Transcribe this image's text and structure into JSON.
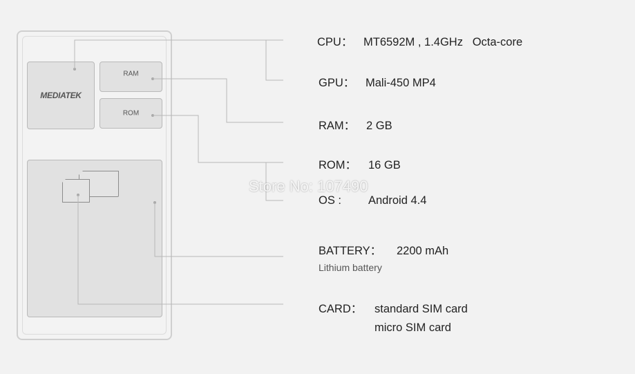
{
  "phone": {
    "logo": "MEDIATEK",
    "ram_chip": "RAM",
    "rom_chip": "ROM"
  },
  "specs": {
    "cpu": {
      "label": "CPU：",
      "value": "MT6592M , 1.4GHz   Octa-core"
    },
    "gpu": {
      "label": "GPU：",
      "value": "Mali-450 MP4"
    },
    "ram": {
      "label": "RAM：",
      "value": "2 GB"
    },
    "rom": {
      "label": "ROM：",
      "value": "16 GB"
    },
    "os": {
      "label": "OS :",
      "value": "Android 4.4"
    },
    "battery": {
      "label": "BATTERY：",
      "value": "2200 mAh",
      "note": "Lithium battery"
    },
    "card": {
      "label": "CARD：",
      "value": "standard SIM card",
      "value2": "micro SIM card"
    }
  },
  "watermark": "Store No: 107490"
}
